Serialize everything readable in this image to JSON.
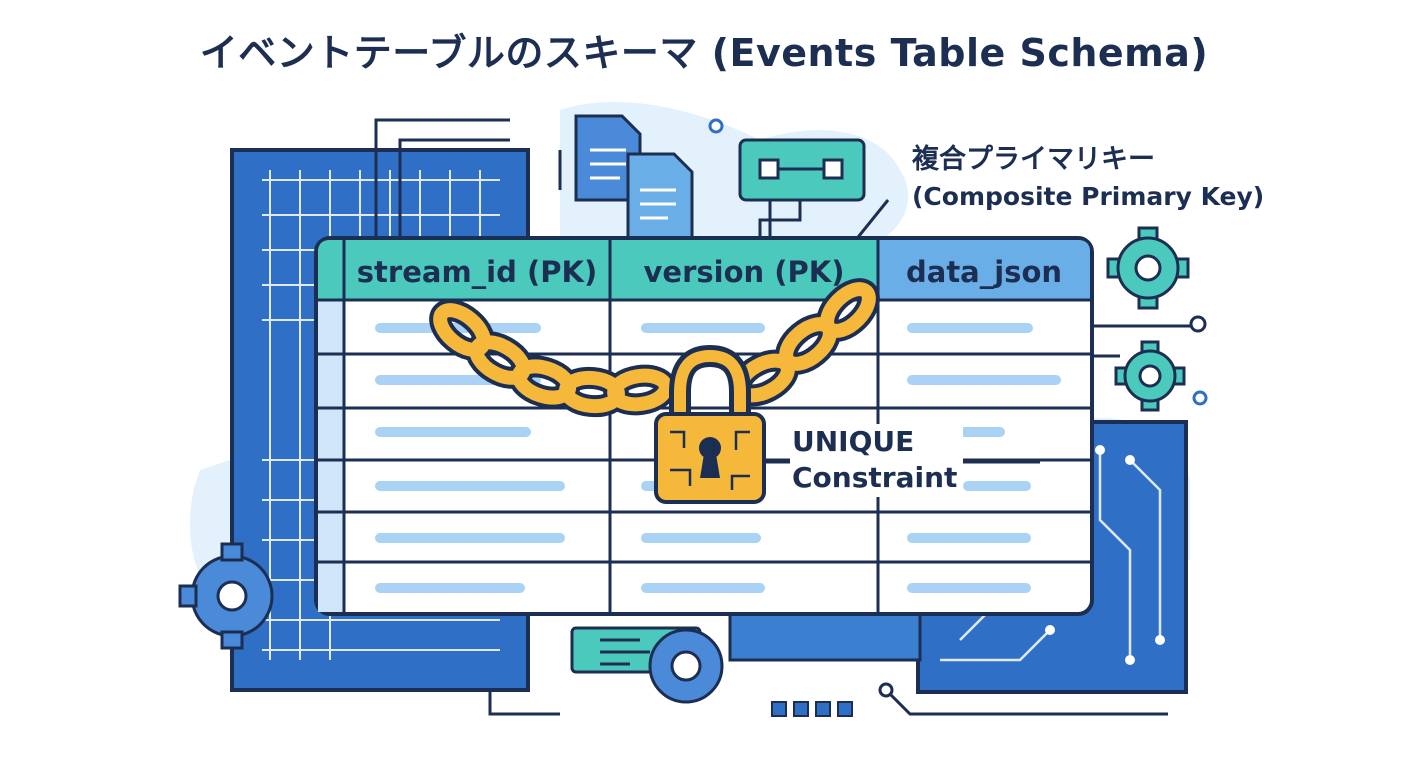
{
  "title": "イベントテーブルのスキーマ (Events Table Schema)",
  "table": {
    "columns": [
      {
        "label": "stream_id (PK)",
        "header_color": "#4cc9bd"
      },
      {
        "label": "version (PK)",
        "header_color": "#4cc9bd"
      },
      {
        "label": "data_json",
        "header_color": "#6aaee8"
      }
    ],
    "row_count": 6
  },
  "annotations": {
    "composite_key_jp": "複合プライマリキー",
    "composite_key_en": "(Composite Primary Key)",
    "unique_line1": "UNIQUE",
    "unique_line2": "Constraint"
  },
  "colors": {
    "navy": "#1c2e52",
    "teal": "#4cc9bd",
    "blue_panel": "#2f6fc6",
    "light_blue": "#cfe6fa",
    "gold": "#f5b83a"
  }
}
